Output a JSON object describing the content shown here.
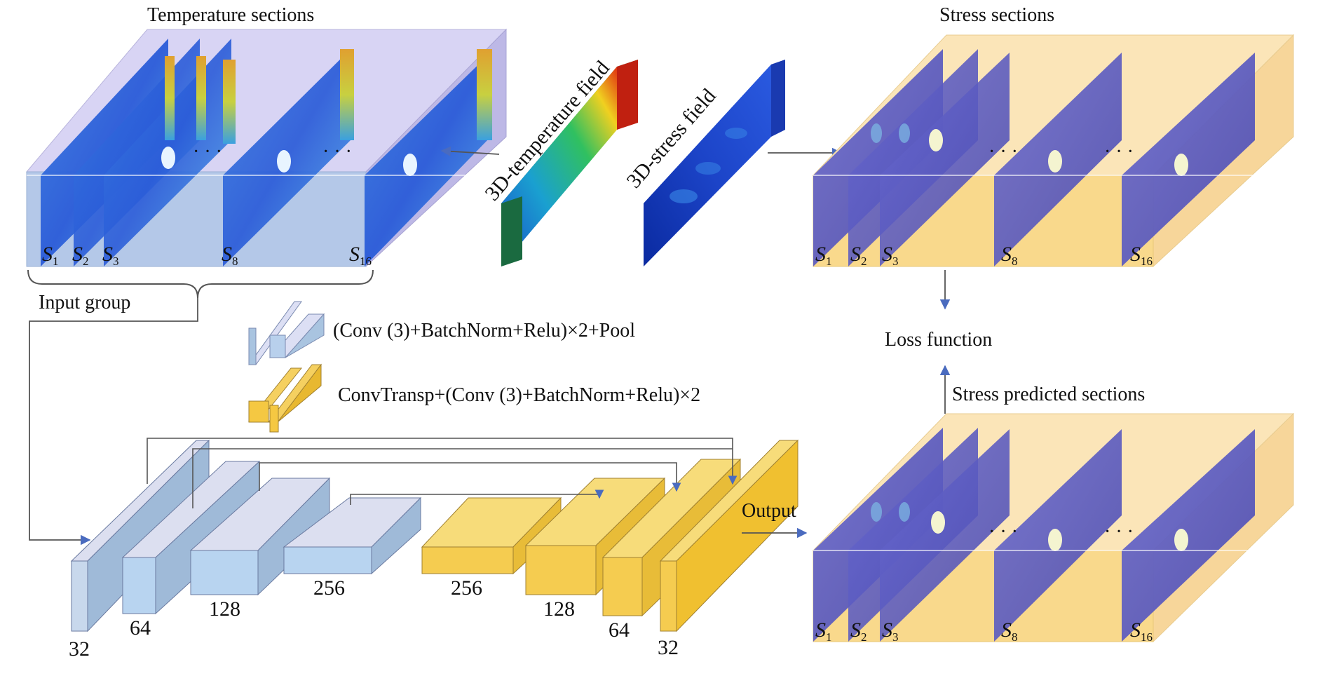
{
  "diagram": {
    "title_temperature": "Temperature sections",
    "title_stress": "Stress sections",
    "field_temperature": "3D-temperature field",
    "field_stress": "3D-stress field",
    "input_group": "Input group",
    "legend_encoder": "(Conv (3)+BatchNorm+Relu)×2+Pool",
    "legend_decoder": "ConvTransp+(Conv (3)+BatchNorm+Relu)×2",
    "loss_function": "Loss function",
    "stress_predicted": "Stress predicted sections",
    "output": "Output",
    "ellipsis": "· · ·",
    "section_letter": "S",
    "section_indices": [
      "1",
      "2",
      "3",
      "8",
      "16"
    ],
    "encoder_channels": [
      "32",
      "64",
      "128",
      "256"
    ],
    "decoder_channels": [
      "256",
      "128",
      "64",
      "32"
    ]
  },
  "colors": {
    "temperature_box": "#c9c6ec",
    "stress_box": "#f9dfa8",
    "encoder_block": "#a9c4e0",
    "decoder_block": "#f5c842",
    "arrow": "#4a6bbf",
    "line": "#555555"
  }
}
